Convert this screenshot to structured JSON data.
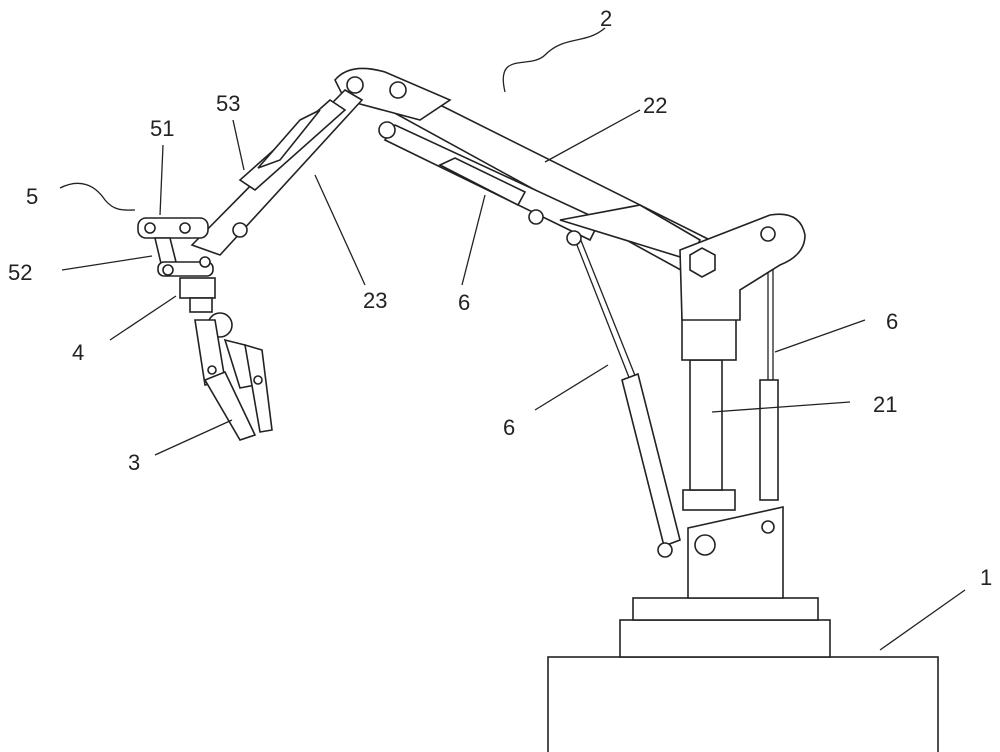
{
  "figure": {
    "labels": {
      "arm": "2",
      "upper_arm": "22",
      "wrist": "5",
      "wrist_part_51": "51",
      "wrist_part_53": "53",
      "wrist_part_52": "52",
      "forearm": "23",
      "cylinder_mid": "6",
      "joint": "4",
      "gripper": "3",
      "cylinder_lower": "6",
      "column": "21",
      "cylinder_right": "6",
      "base": "1"
    }
  }
}
